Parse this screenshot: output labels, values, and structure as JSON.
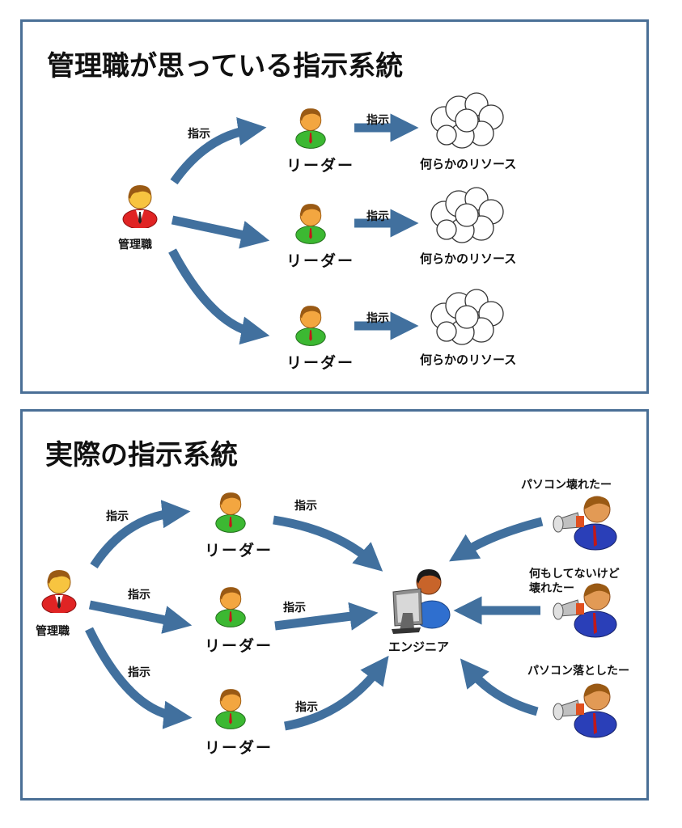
{
  "colors": {
    "frame": "#4a6f96",
    "arrow": "#41709e",
    "manager_shirt": "#e02424",
    "leader_shirt": "#3cb832",
    "engineer_shirt": "#2f6fcf",
    "customer_suit": "#2a3fb8",
    "skin": "#f3a640",
    "hair": "#9a5a14"
  },
  "panel1": {
    "title": "管理職が思っている指示系統",
    "manager_label": "管理職",
    "instruction_label": "指示",
    "leaders": [
      {
        "label": "リーダー",
        "arrow_label": "指示",
        "resource_label": "何らかのリソース"
      },
      {
        "label": "リーダー",
        "arrow_label": "指示",
        "resource_label": "何らかのリソース"
      },
      {
        "label": "リーダー",
        "arrow_label": "指示",
        "resource_label": "何らかのリソース"
      }
    ]
  },
  "panel2": {
    "title": "実際の指示系統",
    "manager_label": "管理職",
    "manager_arrow_labels": [
      "指示",
      "指示",
      "指示"
    ],
    "leaders": [
      {
        "label": "リーダー",
        "arrow_label": "指示"
      },
      {
        "label": "リーダー",
        "arrow_label": "指示"
      },
      {
        "label": "リーダー",
        "arrow_label": "指示"
      }
    ],
    "engineer_label": "エンジニア",
    "complainers": [
      {
        "line1": "パソコン壊れたー",
        "line2": ""
      },
      {
        "line1": "何もしてないけど",
        "line2": "壊れたー"
      },
      {
        "line1": "パソコン落としたー",
        "line2": ""
      }
    ]
  }
}
